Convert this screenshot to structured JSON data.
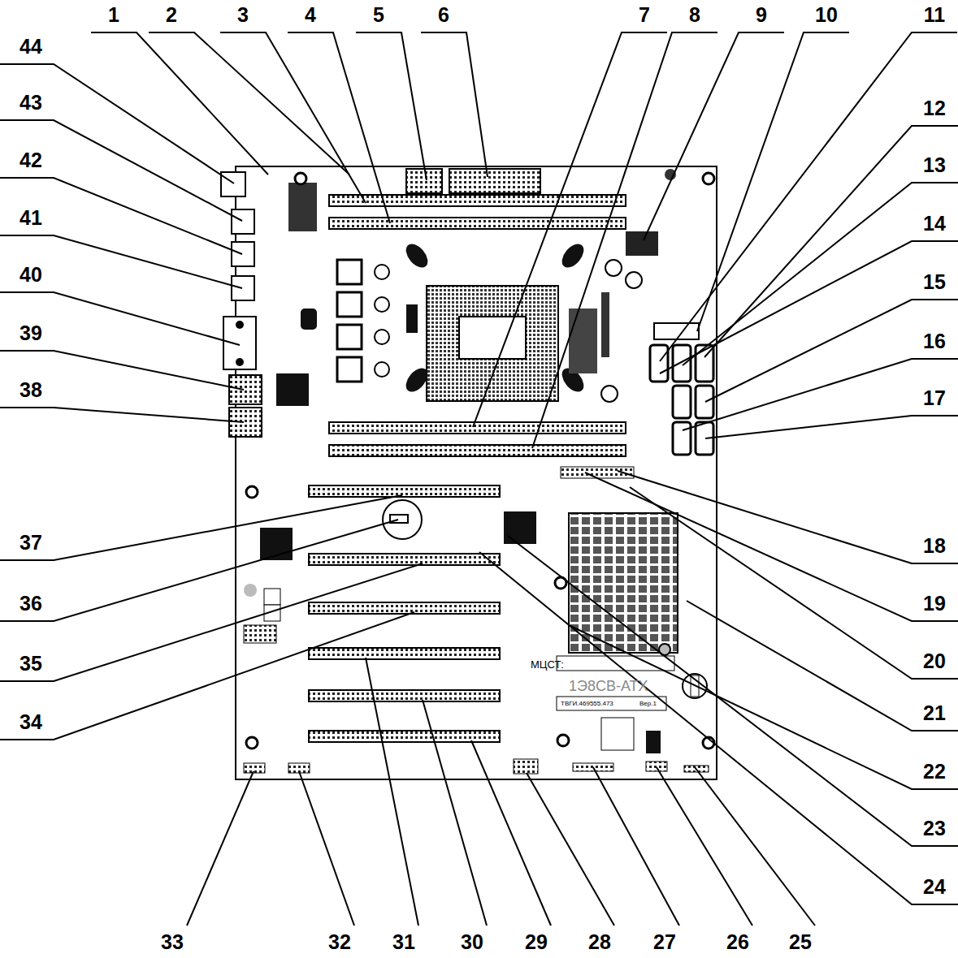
{
  "diagram": {
    "labels": [
      "1",
      "2",
      "3",
      "4",
      "5",
      "6",
      "7",
      "8",
      "9",
      "10",
      "11",
      "12",
      "13",
      "14",
      "15",
      "16",
      "17",
      "18",
      "19",
      "20",
      "21",
      "22",
      "23",
      "24",
      "25",
      "26",
      "27",
      "28",
      "29",
      "30",
      "31",
      "32",
      "33",
      "34",
      "35",
      "36",
      "37",
      "38",
      "39",
      "40",
      "41",
      "42",
      "43",
      "44",
      "МЦСТ:",
      "1Э8СВ-АТХ",
      "ТВГИ.469555.473",
      "Вер.1"
    ]
  }
}
